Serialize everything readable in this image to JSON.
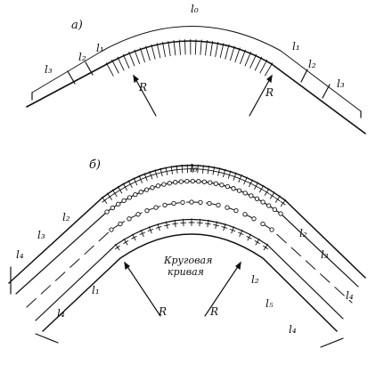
{
  "panel_a": {
    "label": "а)",
    "arc_label": "l₀",
    "segment_labels": [
      "l₁",
      "l₂",
      "l₃"
    ],
    "radius_label": "R"
  },
  "panel_b": {
    "label": "б)",
    "arc_label": "l₀",
    "segment_labels": [
      "l₁",
      "l₂",
      "l₃",
      "l₄",
      "l₅"
    ],
    "radius_label": "R",
    "curve_text_line1": "Круговая",
    "curve_text_line2": "кривая"
  }
}
